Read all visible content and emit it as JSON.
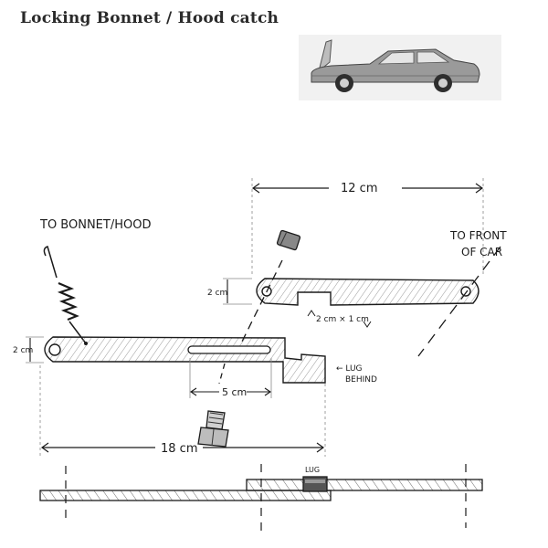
{
  "page": {
    "title": "Locking Bonnet / Hood catch"
  },
  "image": {
    "car_icon": "car-with-open-bonnet-photo"
  },
  "labels": {
    "to_bonnet": "TO BONNET/HOOD",
    "to_front_line1": "TO FRONT",
    "to_front_line2": "OF CAR",
    "dim_12cm": "12 cm",
    "dim_18cm": "18 cm",
    "dim_5cm": "5 cm",
    "dim_2cm_left": "2 cm",
    "dim_2cm_right": "2 cm",
    "notch_size": "2 cm × 1 cm",
    "lug_behind_line1": "← LUG",
    "lug_behind_line2": "BEHIND",
    "lug_side": "LUG"
  },
  "colors": {
    "ink": "#1b1b1b",
    "pencil": "#8a8a8a",
    "shade": "#c9c9c9"
  }
}
